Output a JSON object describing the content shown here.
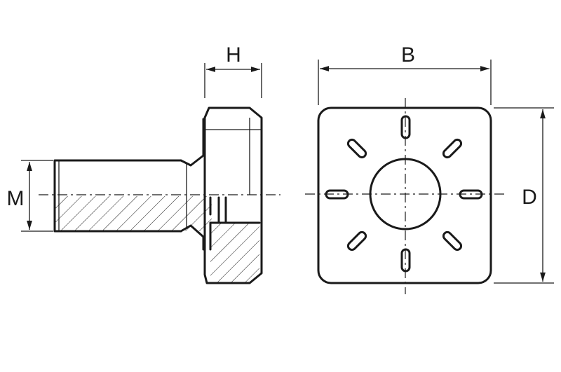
{
  "labels": {
    "height": "H",
    "width": "B",
    "depth": "D",
    "thread": "M"
  },
  "colors": {
    "line": "#1a1a1a",
    "background": "#ffffff"
  }
}
